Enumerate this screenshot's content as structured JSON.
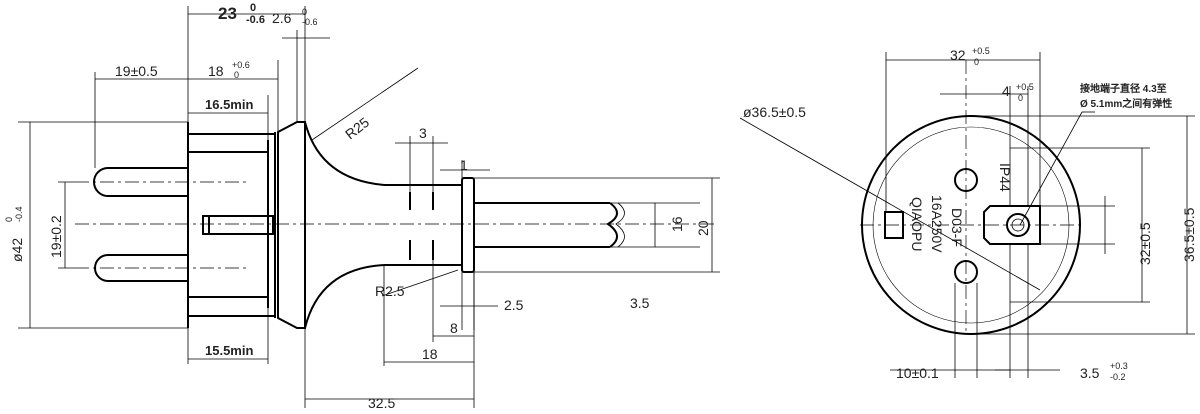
{
  "side_view": {
    "dims": {
      "overall_23": "23",
      "overall_23_tol_top": "0",
      "overall_23_tol_bottom": "-0.6",
      "thick_2_6": "2.6",
      "thick_2_6_tol_top": "0",
      "thick_2_6_tol_bottom": "-0.6",
      "d19": "19±0.5",
      "d18": "18",
      "d18_tol_top": "+0.6",
      "d18_tol_bottom": "0",
      "min16_5": "16.5min",
      "min15_5": "15.5min",
      "r25": "R25",
      "d3": "3",
      "d1": "1",
      "dia42": "ø42",
      "dia42_tol_top": "0",
      "dia42_tol_bottom": "-0.4",
      "v19": "19±0.2",
      "v16": "16",
      "v20": "20",
      "r2_5": "R2.5",
      "d2_5": "2.5",
      "d3_5": "3.5",
      "d8": "8",
      "d18b": "18",
      "d32_5": "32.5"
    }
  },
  "front_view": {
    "dims": {
      "d32": "32",
      "d32_tol_top": "+0.5",
      "d32_tol_bottom": "0",
      "d4": "4",
      "d4_tol_top": "+0.5",
      "d4_tol_bottom": "0",
      "dia36_5": "ø36.5±0.5",
      "v32": "32±0.5",
      "v36_5": "36.5±0.5",
      "d10": "10±0.1",
      "d3_5": "3.5",
      "d3_5_tol_top": "+0.3",
      "d3_5_tol_bottom": "-0.2"
    },
    "note_line1": "接地端子直径 4.3至",
    "note_line2": "Ø 5.1mm之间有弹性",
    "markings": {
      "ip": "IP44",
      "model": "D03-F",
      "rating": "16A250V",
      "brand": "QIAOPU"
    }
  }
}
